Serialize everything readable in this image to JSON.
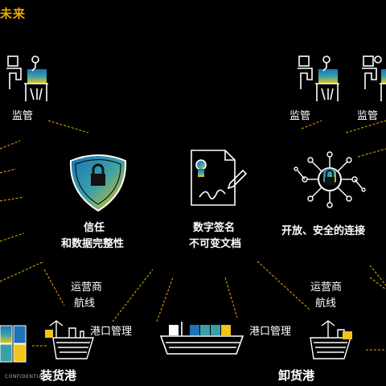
{
  "header": {
    "title": "未来"
  },
  "regulation": {
    "left_label": "监管",
    "right_labels": [
      "监管",
      "监管"
    ]
  },
  "features": [
    {
      "line1": "信任",
      "line2": "和数据完整性",
      "icon": "shield-lock-icon"
    },
    {
      "line1": "数字签名",
      "line2": "不可变文档",
      "icon": "signed-document-icon"
    },
    {
      "line1": "开放、安全的连接",
      "line2": "",
      "icon": "network-lock-icon"
    }
  ],
  "flow": {
    "carrier_left": {
      "line1": "运营商",
      "line2": "航线"
    },
    "carrier_right": {
      "line1": "运营商",
      "line2": "航线"
    },
    "port_mgmt_left": "港口管理",
    "port_mgmt_right": "港口管理",
    "loading_port": "装货港",
    "unloading_port": "卸货港"
  },
  "footer": {
    "confidential": "CONFIDENTIAL"
  },
  "colors": {
    "accent": "#f0ab00",
    "teal": "#3aa0a8",
    "blue": "#1b73b8",
    "yellow": "#f0c419"
  }
}
